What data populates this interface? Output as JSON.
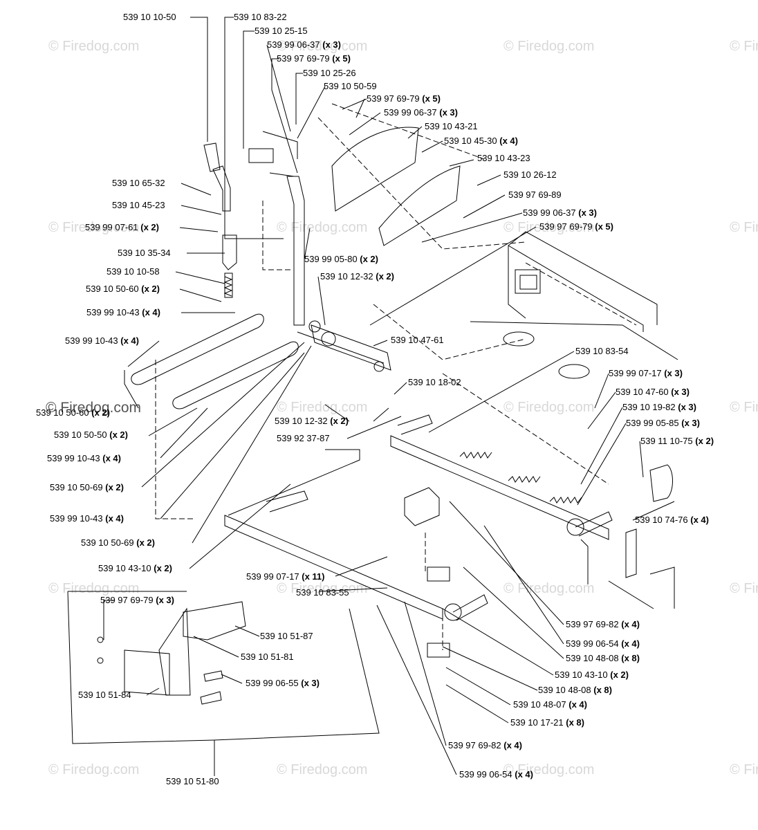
{
  "watermark": "© Firedog.com",
  "labels": [
    {
      "id": "l01",
      "part": "539 10 10-50",
      "qty": ""
    },
    {
      "id": "l02",
      "part": "539 10 83-22",
      "qty": ""
    },
    {
      "id": "l03",
      "part": "539 10 25-15",
      "qty": ""
    },
    {
      "id": "l04",
      "part": "539 99 06-37",
      "qty": "(x 3)"
    },
    {
      "id": "l05",
      "part": "539 97 69-79",
      "qty": "(x 5)"
    },
    {
      "id": "l06",
      "part": "539 10 25-26",
      "qty": ""
    },
    {
      "id": "l07",
      "part": "539 10 50-59",
      "qty": ""
    },
    {
      "id": "l08",
      "part": "539 97 69-79",
      "qty": "(x 5)"
    },
    {
      "id": "l09",
      "part": "539 99 06-37",
      "qty": "(x 3)"
    },
    {
      "id": "l10",
      "part": "539 10 43-21",
      "qty": ""
    },
    {
      "id": "l11",
      "part": "539 10 45-30",
      "qty": "(x 4)"
    },
    {
      "id": "l12",
      "part": "539 10 43-23",
      "qty": ""
    },
    {
      "id": "l13",
      "part": "539 10 26-12",
      "qty": ""
    },
    {
      "id": "l14",
      "part": "539 97 69-89",
      "qty": ""
    },
    {
      "id": "l15",
      "part": "539 99 06-37",
      "qty": "(x 3)"
    },
    {
      "id": "l16",
      "part": "539 97 69-79",
      "qty": "(x 5)"
    },
    {
      "id": "l17",
      "part": "539 10 65-32",
      "qty": ""
    },
    {
      "id": "l18",
      "part": "539 10 45-23",
      "qty": ""
    },
    {
      "id": "l19",
      "part": "539 99 07-61",
      "qty": "(x 2)"
    },
    {
      "id": "l20",
      "part": "539 10 35-34",
      "qty": ""
    },
    {
      "id": "l21",
      "part": "539 10 10-58",
      "qty": ""
    },
    {
      "id": "l22",
      "part": "539 10 50-60",
      "qty": "(x 2)"
    },
    {
      "id": "l23",
      "part": "539 99 10-43",
      "qty": "(x 4)"
    },
    {
      "id": "l24",
      "part": "539 99 05-80",
      "qty": "(x 2)"
    },
    {
      "id": "l25",
      "part": "539 10 12-32",
      "qty": "(x 2)"
    },
    {
      "id": "l26",
      "part": "539 99 10-43",
      "qty": "(x 4)"
    },
    {
      "id": "l27",
      "part": "539 10 47-61",
      "qty": ""
    },
    {
      "id": "l28",
      "part": "539 10 83-54",
      "qty": ""
    },
    {
      "id": "l29",
      "part": "539 10 50-60",
      "qty": "(x 2)"
    },
    {
      "id": "l30",
      "part": "539 10 50-50",
      "qty": "(x 2)"
    },
    {
      "id": "l31",
      "part": "539 10 18-02",
      "qty": ""
    },
    {
      "id": "l32",
      "part": "539 10 12-32",
      "qty": "(x 2)"
    },
    {
      "id": "l33",
      "part": "539 92 37-87",
      "qty": ""
    },
    {
      "id": "l34",
      "part": "539 99 07-17",
      "qty": "(x 3)"
    },
    {
      "id": "l35",
      "part": "539 10 47-60",
      "qty": "(x 3)"
    },
    {
      "id": "l36",
      "part": "539 10 19-82",
      "qty": "(x 3)"
    },
    {
      "id": "l37",
      "part": "539 99 05-85",
      "qty": "(x 3)"
    },
    {
      "id": "l38",
      "part": "539 11 10-75",
      "qty": "(x 2)"
    },
    {
      "id": "l39",
      "part": "539 99 10-43",
      "qty": "(x 4)"
    },
    {
      "id": "l40",
      "part": "539 10 50-69",
      "qty": "(x 2)"
    },
    {
      "id": "l41",
      "part": "539 99 10-43",
      "qty": "(x 4)"
    },
    {
      "id": "l42",
      "part": "539 10 50-69",
      "qty": "(x 2)"
    },
    {
      "id": "l43",
      "part": "539 10 74-76",
      "qty": "(x 4)"
    },
    {
      "id": "l44",
      "part": "539 10 43-10",
      "qty": "(x 2)"
    },
    {
      "id": "l45",
      "part": "539 99 07-17",
      "qty": "(x 11)"
    },
    {
      "id": "l46",
      "part": "539 10 83-55",
      "qty": ""
    },
    {
      "id": "l47",
      "part": "539 97 69-79",
      "qty": "(x 3)"
    },
    {
      "id": "l48",
      "part": "539 10 51-87",
      "qty": ""
    },
    {
      "id": "l49",
      "part": "539 10 51-81",
      "qty": ""
    },
    {
      "id": "l50",
      "part": "539 99 06-55",
      "qty": "(x 3)"
    },
    {
      "id": "l51",
      "part": "539 10 51-84",
      "qty": ""
    },
    {
      "id": "l52",
      "part": "539 97 69-82",
      "qty": "(x 4)"
    },
    {
      "id": "l53",
      "part": "539 99 06-54",
      "qty": "(x 4)"
    },
    {
      "id": "l54",
      "part": "539 10 48-08",
      "qty": "(x 8)"
    },
    {
      "id": "l55",
      "part": "539 10 43-10",
      "qty": "(x 2)"
    },
    {
      "id": "l56",
      "part": "539 10 48-08",
      "qty": "(x 8)"
    },
    {
      "id": "l57",
      "part": "539 10 48-07",
      "qty": "(x 4)"
    },
    {
      "id": "l58",
      "part": "539 10 17-21",
      "qty": "(x 8)"
    },
    {
      "id": "l59",
      "part": "539 97 69-82",
      "qty": "(x 4)"
    },
    {
      "id": "l60",
      "part": "539 99 06-54",
      "qty": "(x 4)"
    },
    {
      "id": "l61",
      "part": "539 10 51-80",
      "qty": ""
    }
  ]
}
